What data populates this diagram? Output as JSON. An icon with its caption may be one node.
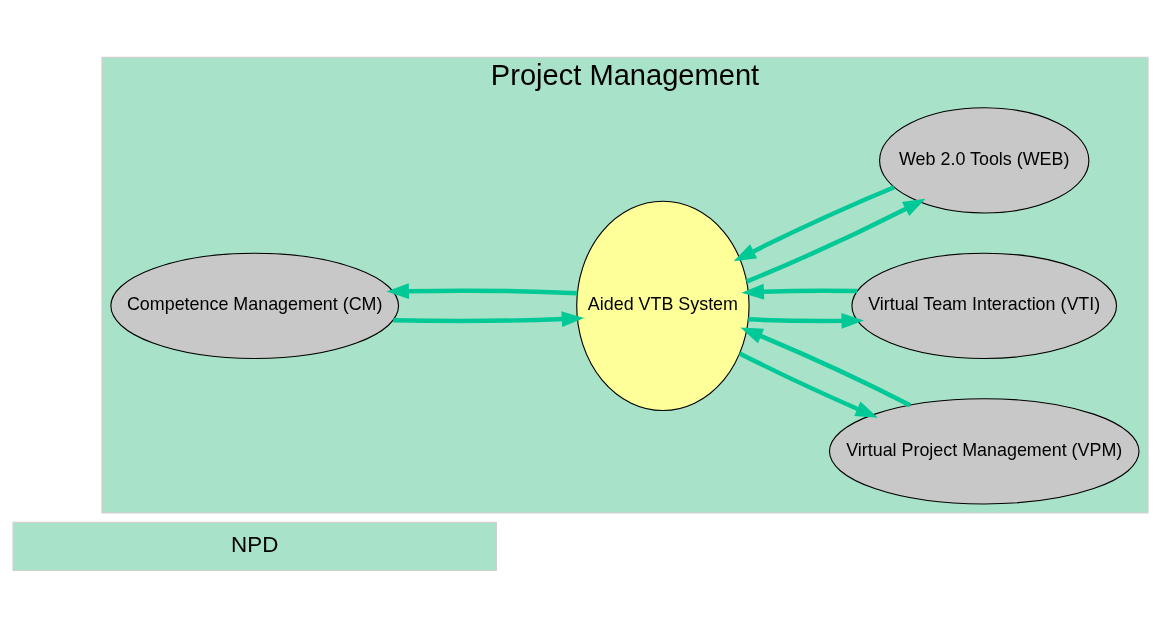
{
  "diagram": {
    "nodes": [
      {
        "text": [
          "NPD"
        ]
      },
      {
        "text": [
          "Project Management"
        ]
      },
      {
        "text": [
          "Competence Management (CM)"
        ],
        "in": 1
      },
      {
        "text": [
          "Aided VTB System"
        ],
        "in": 1
      },
      {
        "text": [
          "Virtual Project Management (VPM)"
        ],
        "in": 1
      },
      {
        "text": [
          "Virtual Team Interaction (VTI)"
        ],
        "in": 1
      },
      {
        "text": [
          "Web 2.0 Tools (WEB)"
        ],
        "in": 1
      }
    ],
    "edges": [
      {
        "from": 2,
        "to": 3,
        "arrow": "to"
      },
      {
        "from": 3,
        "to": 2,
        "arrow": "to"
      },
      {
        "from": 3,
        "to": 4,
        "arrow": "to"
      },
      {
        "from": 4,
        "to": 3,
        "arrow": "to"
      },
      {
        "from": 5,
        "to": 3,
        "arrow": "to"
      },
      {
        "from": 3,
        "to": 5,
        "arrow": "to"
      },
      {
        "from": 3,
        "to": 6,
        "arrow": "to"
      },
      {
        "from": 6,
        "to": 3,
        "arrow": "to"
      }
    ]
  }
}
